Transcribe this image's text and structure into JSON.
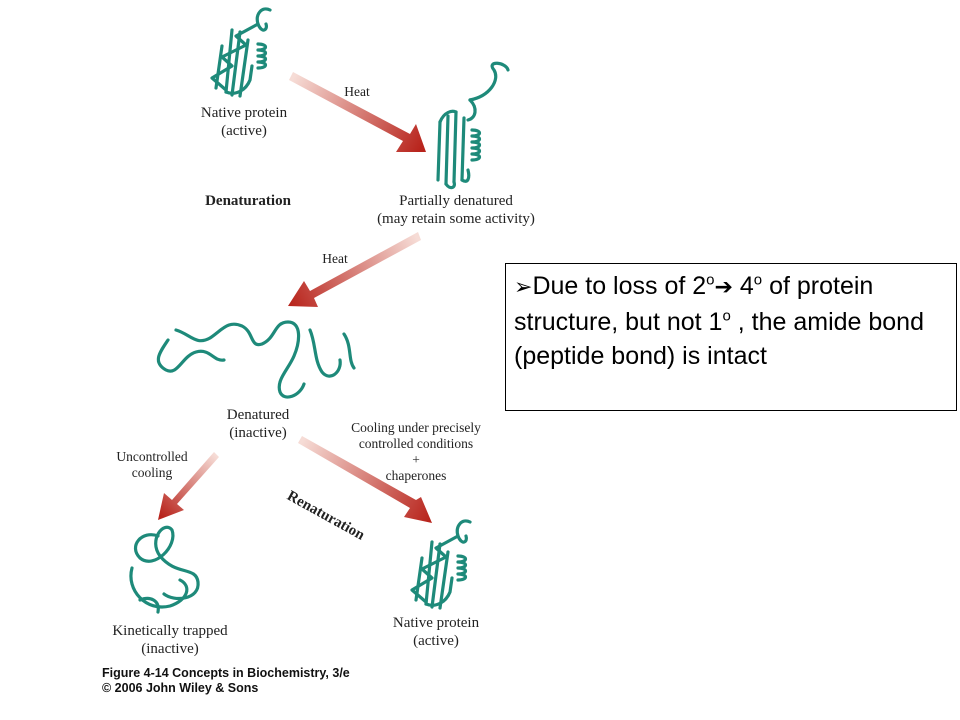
{
  "diagram": {
    "native_top": {
      "line1": "Native protein",
      "line2": "(active)"
    },
    "heat1": "Heat",
    "denaturation": "Denaturation",
    "partial": {
      "line1": "Partially denatured",
      "line2": "(may retain some activity)"
    },
    "heat2": "Heat",
    "denatured": {
      "line1": "Denatured",
      "line2": "(inactive)"
    },
    "uncontrolled": {
      "line1": "Uncontrolled",
      "line2": "cooling"
    },
    "cooling": {
      "line1": "Cooling under precisely",
      "line2": "controlled conditions",
      "line3": "+",
      "line4": "chaperones"
    },
    "renaturation": "Renaturation",
    "trapped": {
      "line1": "Kinetically trapped",
      "line2": "(inactive)"
    },
    "native_bottom": {
      "line1": "Native protein",
      "line2": "(active)"
    },
    "caption": {
      "line1": "Figure 4-14  Concepts in Biochemistry, 3/e",
      "line2": "© 2006 John Wiley & Sons"
    }
  },
  "note": {
    "bullet": "➢",
    "t1": "Due to loss of 2",
    "deg1": "o",
    "arrow": "➔",
    "t2": " 4",
    "deg2": "o",
    "t3": " of protein structure, but not 1",
    "deg3": "o",
    "t4": " , the amide bond (peptide bond) is intact"
  },
  "colors": {
    "protein": "#1e8a7a",
    "arrow_dark": "#b8241c",
    "arrow_light": "#f3cfc8"
  }
}
